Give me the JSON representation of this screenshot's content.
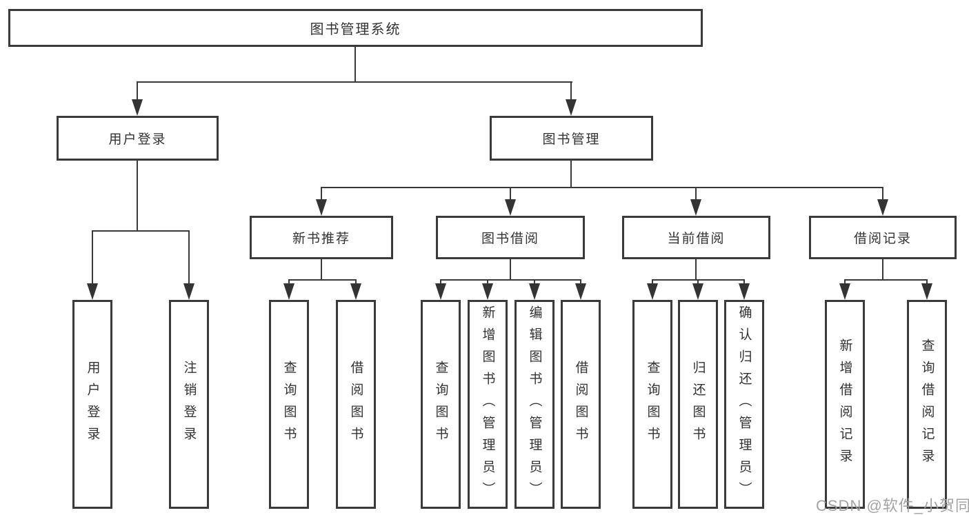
{
  "tree": {
    "root": "图书管理系统",
    "children": [
      {
        "label": "用户登录",
        "children": [
          {
            "label": "用户登录"
          },
          {
            "label": "注销登录"
          }
        ]
      },
      {
        "label": "图书管理",
        "children": [
          {
            "label": "新书推荐",
            "children": [
              {
                "label": "查询图书"
              },
              {
                "label": "借阅图书"
              }
            ]
          },
          {
            "label": "图书借阅",
            "children": [
              {
                "label": "查询图书"
              },
              {
                "label": "新增图书（管理员）"
              },
              {
                "label": "编辑图书（管理员）"
              },
              {
                "label": "借阅图书"
              }
            ]
          },
          {
            "label": "当前借阅",
            "children": [
              {
                "label": "查询图书"
              },
              {
                "label": "归还图书"
              },
              {
                "label": "确认归还（管理员）"
              }
            ]
          },
          {
            "label": "借阅记录",
            "children": [
              {
                "label": "新增借阅记录"
              },
              {
                "label": "查询借阅记录"
              }
            ]
          }
        ]
      }
    ]
  },
  "watermark": {
    "text": "CSDN @软件_小贺同学"
  },
  "colors": {
    "line": "#3a3a3a",
    "box_border": "#3a3a3a",
    "box_background": "#ffffff",
    "text": "#333333",
    "watermark": "#9e9e9e"
  }
}
